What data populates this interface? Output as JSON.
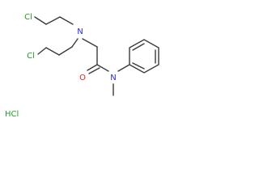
{
  "molecule": {
    "atoms": {
      "cl_top": "Cl",
      "cl_left": "Cl",
      "n_amine": "N",
      "n_amide": "N",
      "o_carbonyl": "O"
    },
    "salt": "HCl",
    "colors": {
      "bond": "#3a3a3a",
      "chlorine": "#1f9e1f",
      "nitrogen": "#2b2bd6",
      "oxygen": "#e01f1f",
      "background": "#ffffff"
    }
  }
}
